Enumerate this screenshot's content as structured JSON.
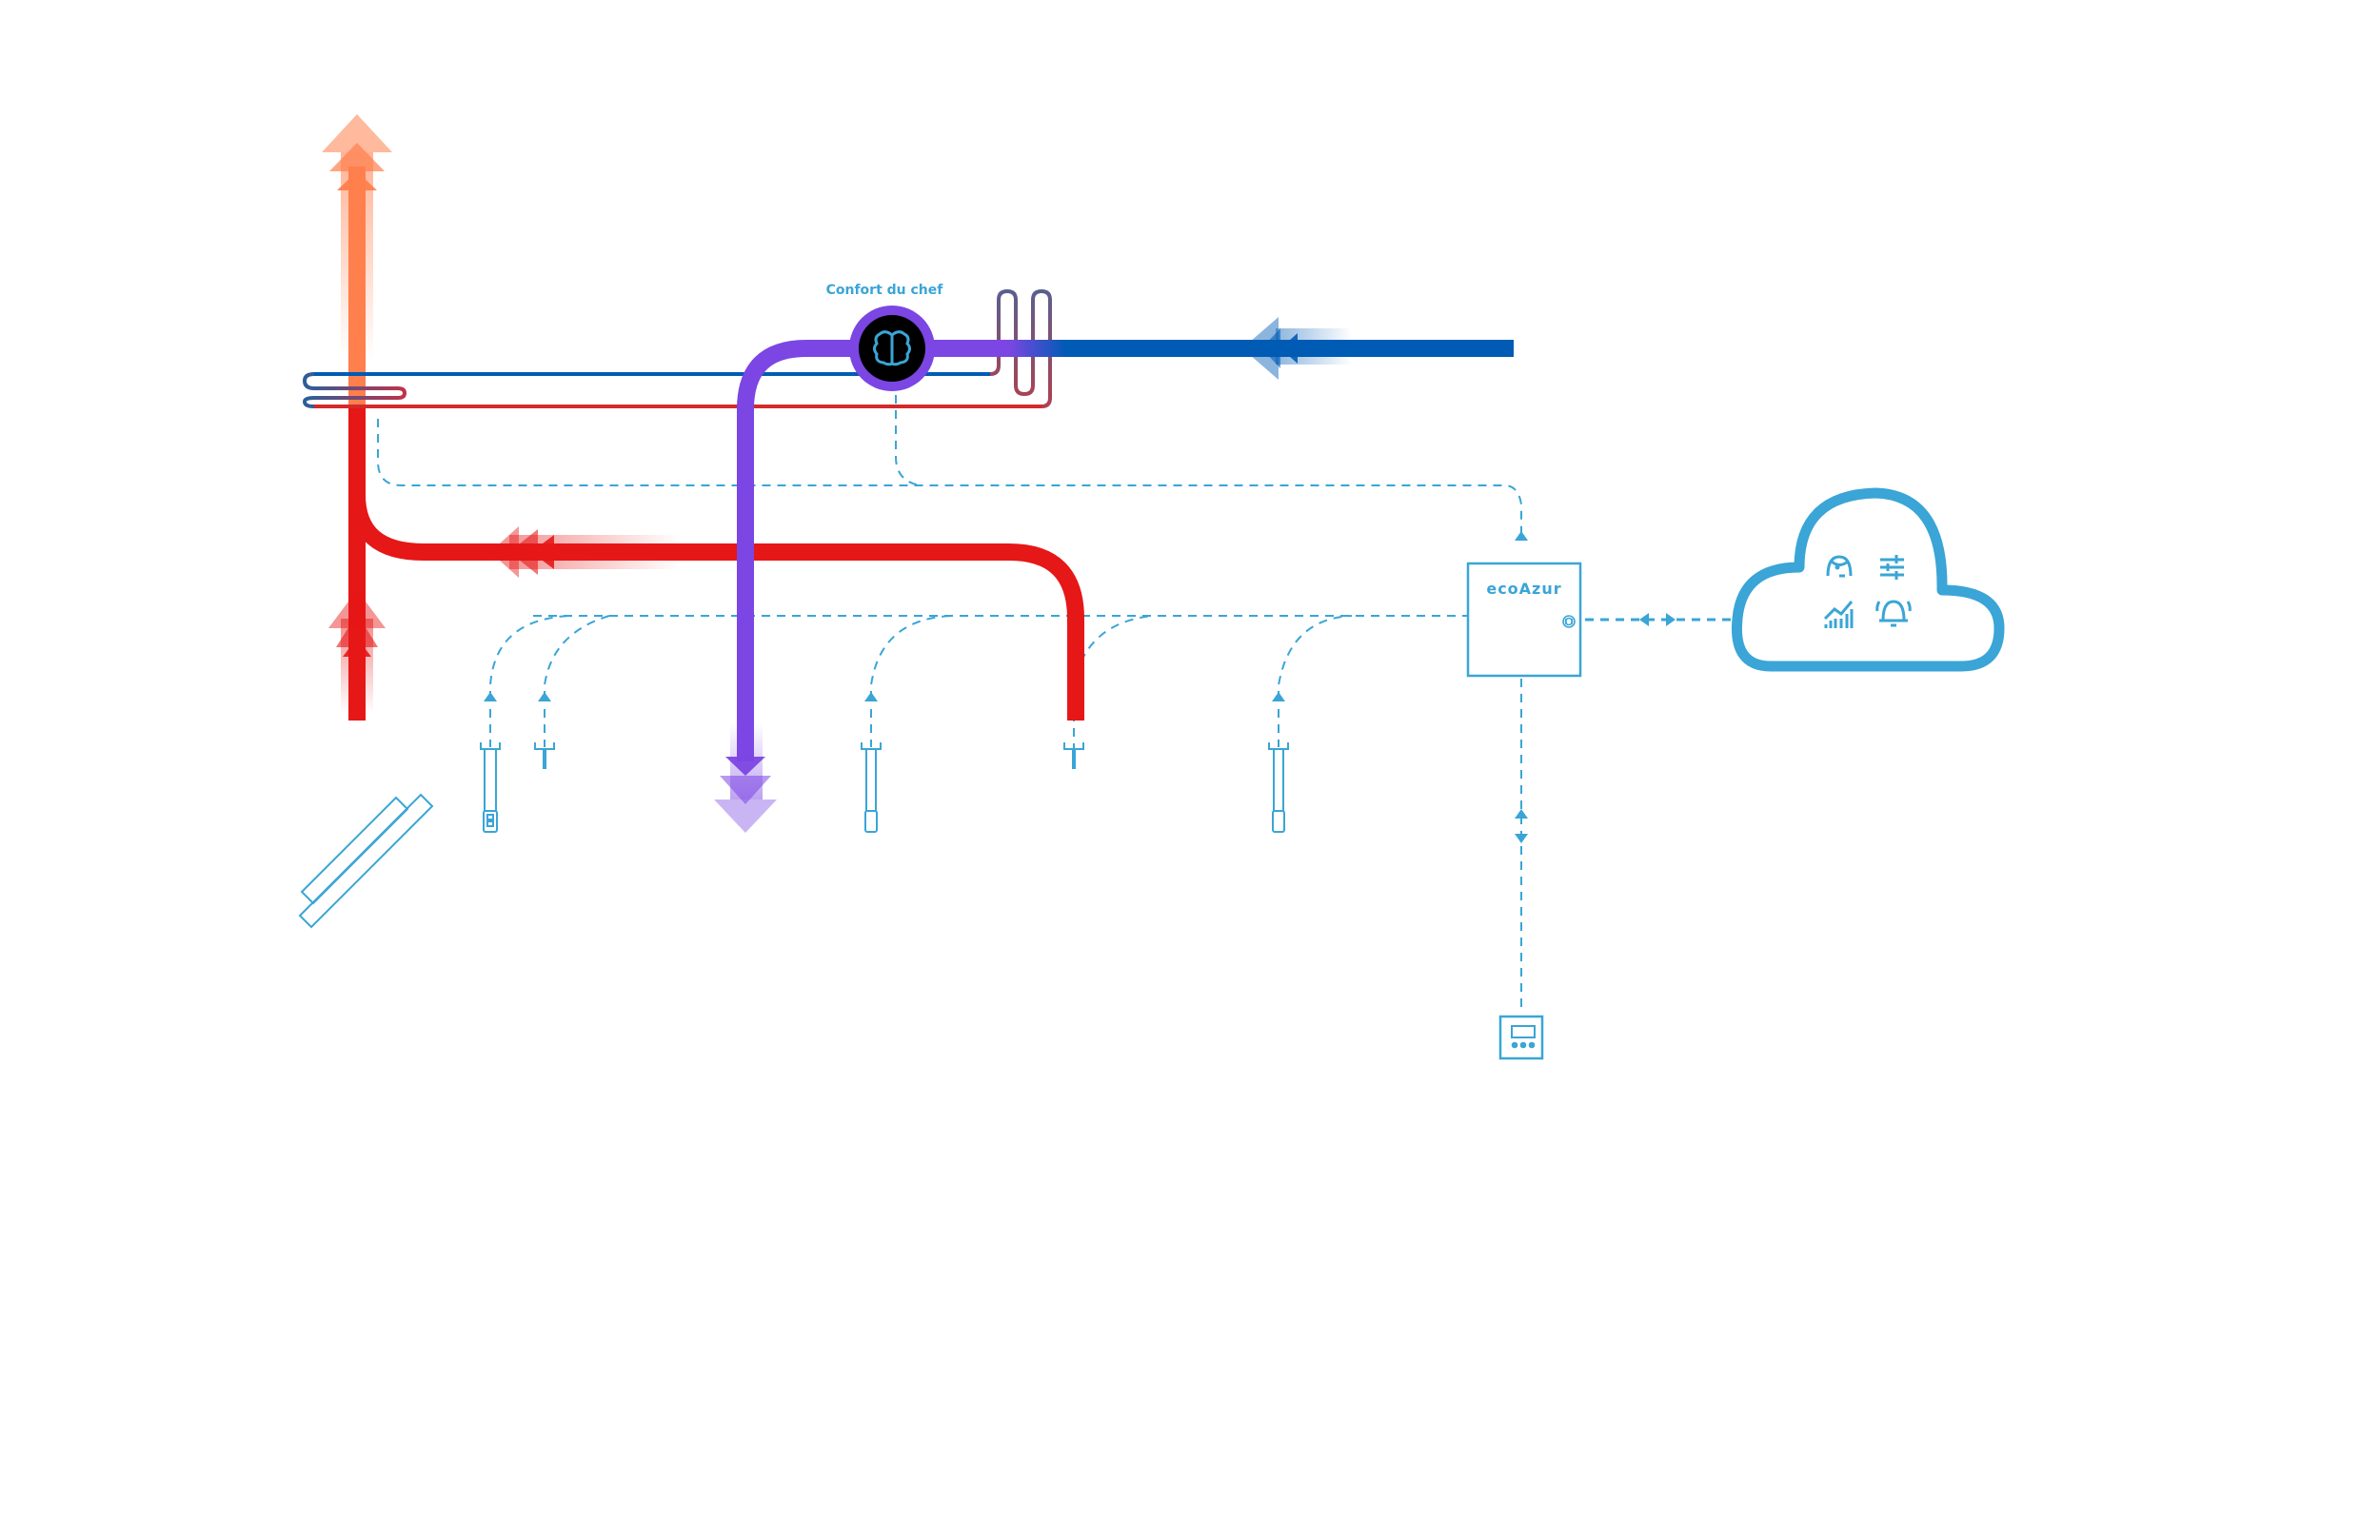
{
  "diagram": {
    "title_label": "Confort du chef",
    "controller_label": "ecoAzur",
    "colors": {
      "accent": "#3aa5d6",
      "hot": "#e61717",
      "hot_outlet": "#ff7f4d",
      "cold": "#005bb5",
      "mixed": "#7b46e3",
      "device_body": "#000000"
    },
    "flows": [
      {
        "name": "cold-water-inlet",
        "direction": "left"
      },
      {
        "name": "mixed-water-outlet",
        "direction": "down"
      },
      {
        "name": "hot-water-return",
        "direction": "left"
      },
      {
        "name": "hot-water-supply",
        "direction": "up"
      },
      {
        "name": "hot-outlet",
        "direction": "up"
      }
    ],
    "devices": [
      {
        "name": "brain-mixing-valve",
        "icon": "brain-icon"
      },
      {
        "name": "ecoazur-controller",
        "icon": "wifi-icon"
      },
      {
        "name": "cloud-services",
        "icons": [
          "support-agent-icon",
          "sliders-icon",
          "chart-icon",
          "bell-icon"
        ]
      },
      {
        "name": "wall-display",
        "icon": "thermostat-icon"
      },
      {
        "name": "solar-panel",
        "icon": "solar-panel-icon"
      }
    ],
    "sensors": [
      {
        "name": "sensor-1",
        "type": "probe-with-reader"
      },
      {
        "name": "sensor-2",
        "type": "short-probe"
      },
      {
        "name": "sensor-3",
        "type": "long-probe"
      },
      {
        "name": "sensor-4",
        "type": "short-probe"
      },
      {
        "name": "sensor-5",
        "type": "long-probe"
      }
    ]
  }
}
